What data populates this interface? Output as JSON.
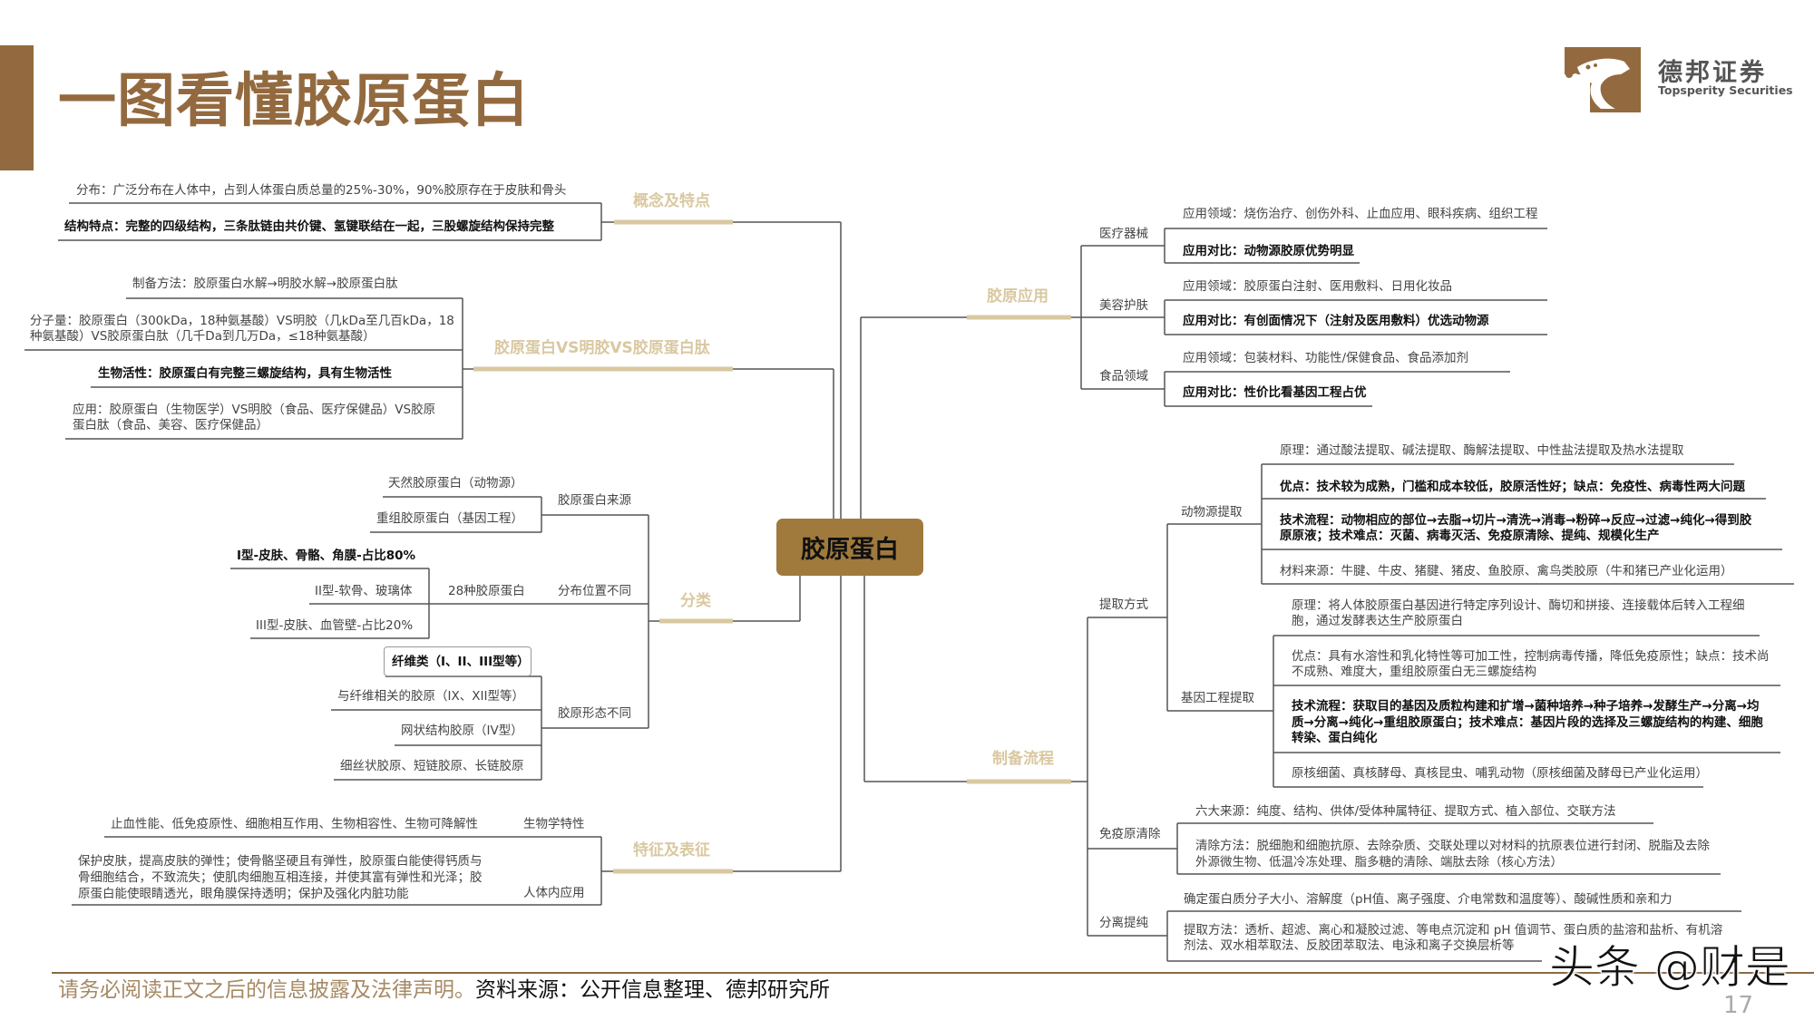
{
  "header": {
    "title": "一图看懂胶原蛋白",
    "logo": {
      "name_cn": "德邦证券",
      "name_en": "Topsperity Securities"
    }
  },
  "center": "胶原蛋白",
  "concept": {
    "label": "概念及特点",
    "items": [
      "分布：广泛分布在人体中，占到人体蛋白质总量的25%-30%，90%胶原存在于皮肤和骨头",
      "结构特点：完整的四级结构，三条肽链由共价键、氢键联结在一起，三股螺旋结构保持完整"
    ]
  },
  "comparison": {
    "label": "胶原蛋白VS明胶VS胶原蛋白肽",
    "items": [
      "制备方法：胶原蛋白水解→明胶水解→胶原蛋白肽",
      "分子量：胶原蛋白（300kDa，18种氨基酸）VS明胶（几kDa至几百kDa，18\n种氨基酸）VS胶原蛋白肽（几千Da到几万Da，≤18种氨基酸）",
      "生物活性：胶原蛋白有完整三螺旋结构，具有生物活性",
      "应用：胶原蛋白（生物医学）VS明胶（食品、医疗保健品）VS胶原\n蛋白肽（食品、美容、医疗保健品）"
    ]
  },
  "classification": {
    "label": "分类",
    "source": {
      "label": "胶原蛋白来源",
      "items": [
        "天然胶原蛋白（动物源）",
        "重组胶原蛋白（基因工程）"
      ]
    },
    "location": {
      "label": "分布位置不同",
      "sub": "28种胶原蛋白",
      "items": [
        "I型-皮肤、骨骼、角膜-占比80%",
        "II型-软骨、玻璃体",
        "III型-皮肤、血管壁-占比20%"
      ]
    },
    "morphology": {
      "label": "胶原形态不同",
      "items": [
        "纤维类（I、II、III型等）",
        "与纤维相关的胶原（IX、XII型等）",
        "网状结构胶原（IV型）",
        "细丝状胶原、短链胶原、长链胶原"
      ]
    }
  },
  "features": {
    "label": "特征及表征",
    "bio": {
      "label": "生物学特性",
      "text": "止血性能、低免疫原性、细胞相互作用、生物相容性、生物可降解性"
    },
    "body": {
      "label": "人体内应用",
      "text": "保护皮肤，提高皮肤的弹性；使骨骼坚硬且有弹性，胶原蛋白能使得钙质与\n骨细胞结合，不致流失；使肌肉细胞互相连接，并使其富有弹性和光泽；胶\n原蛋白能使眼睛透光，眼角膜保持透明；保护及强化内脏功能"
    }
  },
  "application": {
    "label": "胶原应用",
    "groups": [
      {
        "label": "医疗器械",
        "field": "应用领域：烧伤治疗、创伤外科、止血应用、眼科疾病、组织工程",
        "compare": "应用对比：动物源胶原优势明显"
      },
      {
        "label": "美容护肤",
        "field": "应用领域：胶原蛋白注射、医用敷料、日用化妆品",
        "compare": "应用对比：有创面情况下（注射及医用敷料）优选动物源"
      },
      {
        "label": "食品领域",
        "field": "应用领域：包装材料、功能性/保健食品、食品添加剂",
        "compare": "应用对比：性价比看基因工程占优"
      }
    ]
  },
  "process": {
    "label": "制备流程",
    "extraction": {
      "label": "提取方式",
      "animal": {
        "label": "动物源提取",
        "items": [
          "原理：通过酸法提取、碱法提取、酶解法提取、中性盐法提取及热水法提取",
          "优点：技术较为成熟，门槛和成本较低，胶原活性好；缺点：免疫性、病毒性两大问题",
          "技术流程：动物相应的部位→去脂→切片→清洗→消毒→粉碎→反应→过滤→纯化→得到胶\n原原液；技术难点：灭菌、病毒灭活、免疫原清除、提纯、规模化生产",
          "材料来源：牛腱、牛皮、猪腱、猪皮、鱼胶原、禽鸟类胶原（牛和猪已产业化运用）"
        ]
      },
      "gene": {
        "label": "基因工程提取",
        "items": [
          "原理：将人体胶原蛋白基因进行特定序列设计、酶切和拼接、连接载体后转入工程细\n胞，通过发酵表达生产胶原蛋白",
          "优点：具有水溶性和乳化特性等可加工性，控制病毒传播，降低免疫原性；缺点：技术尚\n不成熟、难度大，重组胶原蛋白无三螺旋结构",
          "技术流程：获取目的基因及质粒构建和扩增→菌种培养→种子培养→发酵生产→分离→均\n质→分离→纯化→重组胶原蛋白；技术难点：基因片段的选择及三螺旋结构的构建、细胞\n转染、蛋白纯化",
          "原核细菌、真核酵母、真核昆虫、哺乳动物（原核细菌及酵母已产业化运用）"
        ]
      }
    },
    "immuno": {
      "label": "免疫原清除",
      "items": [
        "六大来源：纯度、结构、供体/受体种属特征、提取方式、植入部位、交联方法",
        "清除方法：脱细胞和细胞抗原、去除杂质、交联处理以对材料的抗原表位进行封闭、脱脂及去除\n外源微生物、低温冷冻处理、脂多糖的清除、端肽去除（核心方法）"
      ]
    },
    "separation": {
      "label": "分离提纯",
      "items": [
        "确定蛋白质分子大小、溶解度（pH值、离子强度、介电常数和温度等）、酸碱性质和亲和力",
        "提取方法：透析、超滤、离心和凝胶过滤、等电点沉淀和 pH 值调节、蛋白质的盐溶和盐析、有机溶\n剂法、双水相萃取法、反胶团萃取法、电泳和离子交换层析等"
      ]
    }
  },
  "footer": {
    "disclaimer": "请务必阅读正文之后的信息披露及法律声明。",
    "source": "资料来源：公开信息整理、德邦研究所",
    "page": "17"
  },
  "watermark": "头条 @财是",
  "colors": {
    "brand_brown": "#936a3f",
    "center_node": "#a07a3c",
    "branch_gold": "#d9c8a0",
    "line": "#555555"
  }
}
